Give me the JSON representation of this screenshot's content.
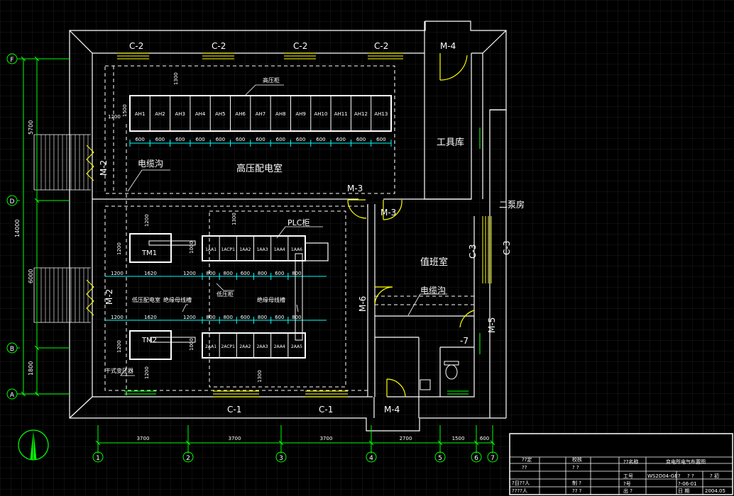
{
  "drawing": {
    "colors": {
      "wall": "#ffffff",
      "grid": "#1a1a1a",
      "dim": "#00ff00",
      "window": "#ffff00",
      "door": "#ffff00",
      "dash": "#ffffff",
      "bg": "#000000"
    },
    "rooms": {
      "hv_room": "高压配电室",
      "tool_room": "工具库",
      "duty_room": "值班室",
      "pump_room": "二泵房",
      "lv_room": "低压配电室"
    },
    "labels": {
      "cable_trench_1": "电缆沟",
      "cable_trench_2": "电缆沟",
      "hv_cabinet": "高压柜",
      "lv_cabinet": "低压柜",
      "plc_cabinet": "PLC柜",
      "busway_1": "绝缘母线槽",
      "busway_2": "绝缘母线槽",
      "transformer": "干式变压器"
    },
    "windows": {
      "c2a": "C-2",
      "c2b": "C-2",
      "c2c": "C-2",
      "c2d": "C-2",
      "c1a": "C-1",
      "c1b": "C-1",
      "c3a": "C-3",
      "c3b": "C-3"
    },
    "doors": {
      "m4top": "M-4",
      "m4bot": "M-4",
      "m2a": "M-2",
      "m2b": "M-2",
      "m3a": "M-3",
      "m3b": "M-3",
      "m6": "M-6",
      "m5": "M-5",
      "m7": "-7"
    },
    "hv_cabinets": [
      "AH1",
      "AH2",
      "AH3",
      "AH4",
      "AH5",
      "AH6",
      "AH7",
      "AH8",
      "AH9",
      "AH10",
      "AH11",
      "AH12",
      "AH13"
    ],
    "hv_widths": [
      "600",
      "600",
      "600",
      "600",
      "600",
      "600",
      "600",
      "600",
      "600",
      "600",
      "600",
      "600",
      "600"
    ],
    "lv1_cabinets": [
      "1AA1",
      "1ACP1",
      "1AA2",
      "1AA3",
      "1AA4",
      "1AA6"
    ],
    "lv2_cabinets": [
      "2AA1",
      "2ACP1",
      "2AA2",
      "2AA3",
      "2AA4",
      "2AA5"
    ],
    "lv_widths": [
      "800",
      "800",
      "600",
      "800",
      "600",
      "800"
    ],
    "transformers": [
      "TM1",
      "TM2"
    ],
    "dims": {
      "d1200a": "1200",
      "d1500": "1500",
      "d1300a": "1300",
      "d1200b": "1200",
      "d1200c": "1200",
      "d1000a": "1000",
      "d1300b": "1300",
      "d1200d": "1200",
      "d1620a": "1620",
      "d1200e": "1200",
      "d1200f": "1200",
      "d1620b": "1620",
      "d1200g": "1200",
      "d1000b": "1000",
      "d1300c": "1300",
      "d1200h": "1200",
      "d1200i": "1200"
    },
    "bottom_dims": [
      "3700",
      "3700",
      "3700",
      "2700",
      "1500",
      "600"
    ],
    "left_dims": {
      "total": "14000",
      "d5700": "5700",
      "d6000": "6000",
      "d1800": "1800"
    },
    "grid_x": [
      "1",
      "2",
      "3",
      "4",
      "5",
      "6",
      "7"
    ],
    "grid_y": [
      "F",
      "D",
      "B",
      "A"
    ],
    "title_block": {
      "r1": [
        "??定",
        "校核",
        "??名称",
        "变电所电气布置图"
      ],
      "r2": [
        "??",
        "? ?",
        "工号",
        "WS2D04-GE?",
        "? ?",
        "? 初"
      ],
      "r3": [
        "?目??人",
        "制 ?",
        "?号",
        "?-06-01"
      ],
      "r4": [
        "????人",
        "?? ?",
        "出 ?",
        "日 期",
        "2004.05"
      ]
    }
  }
}
